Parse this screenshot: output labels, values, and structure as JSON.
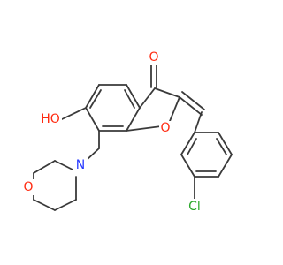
{
  "molecule": {
    "colors": {
      "bond": "#3a3a3a",
      "oxygen": "#ff2a10",
      "nitrogen": "#2a3cff",
      "chlorine": "#2aa82a"
    },
    "atom_labels": {
      "carbonyl_o": "O",
      "ring_o": "O",
      "hydroxyl": "HO",
      "amine_n": "N",
      "morpholine_o": "O",
      "chlorine": "Cl"
    }
  }
}
